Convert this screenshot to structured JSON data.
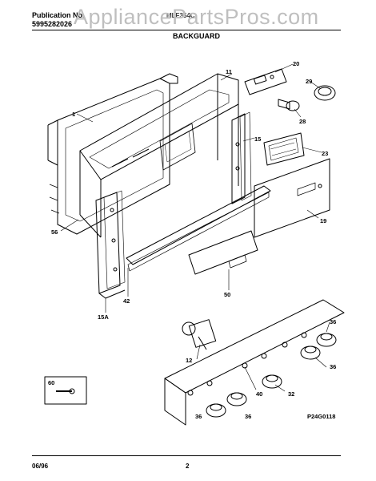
{
  "header": {
    "publication_label": "Publication No.",
    "publication_number": "5995282026",
    "model_partial": "MLF354C",
    "section_title": "BACKGUARD",
    "watermark": "AppliancePartsPros.com"
  },
  "callouts": {
    "c1": "1",
    "c11": "11",
    "c20": "20",
    "c29": "29",
    "c28": "28",
    "c15": "15",
    "c23": "23",
    "c56": "56",
    "c19": "19",
    "c42": "42",
    "c50": "50",
    "c15A": "15A",
    "c36a": "36",
    "c36b": "36",
    "c12": "12",
    "c60": "60",
    "c40": "40",
    "c32": "32",
    "c36c": "36",
    "c36d": "36",
    "diagram_id": "P24G0118"
  },
  "footer": {
    "date": "06/96",
    "page": "2"
  },
  "colors": {
    "ink": "#000000",
    "watermark": "#bfbfbf",
    "paper": "#ffffff"
  }
}
